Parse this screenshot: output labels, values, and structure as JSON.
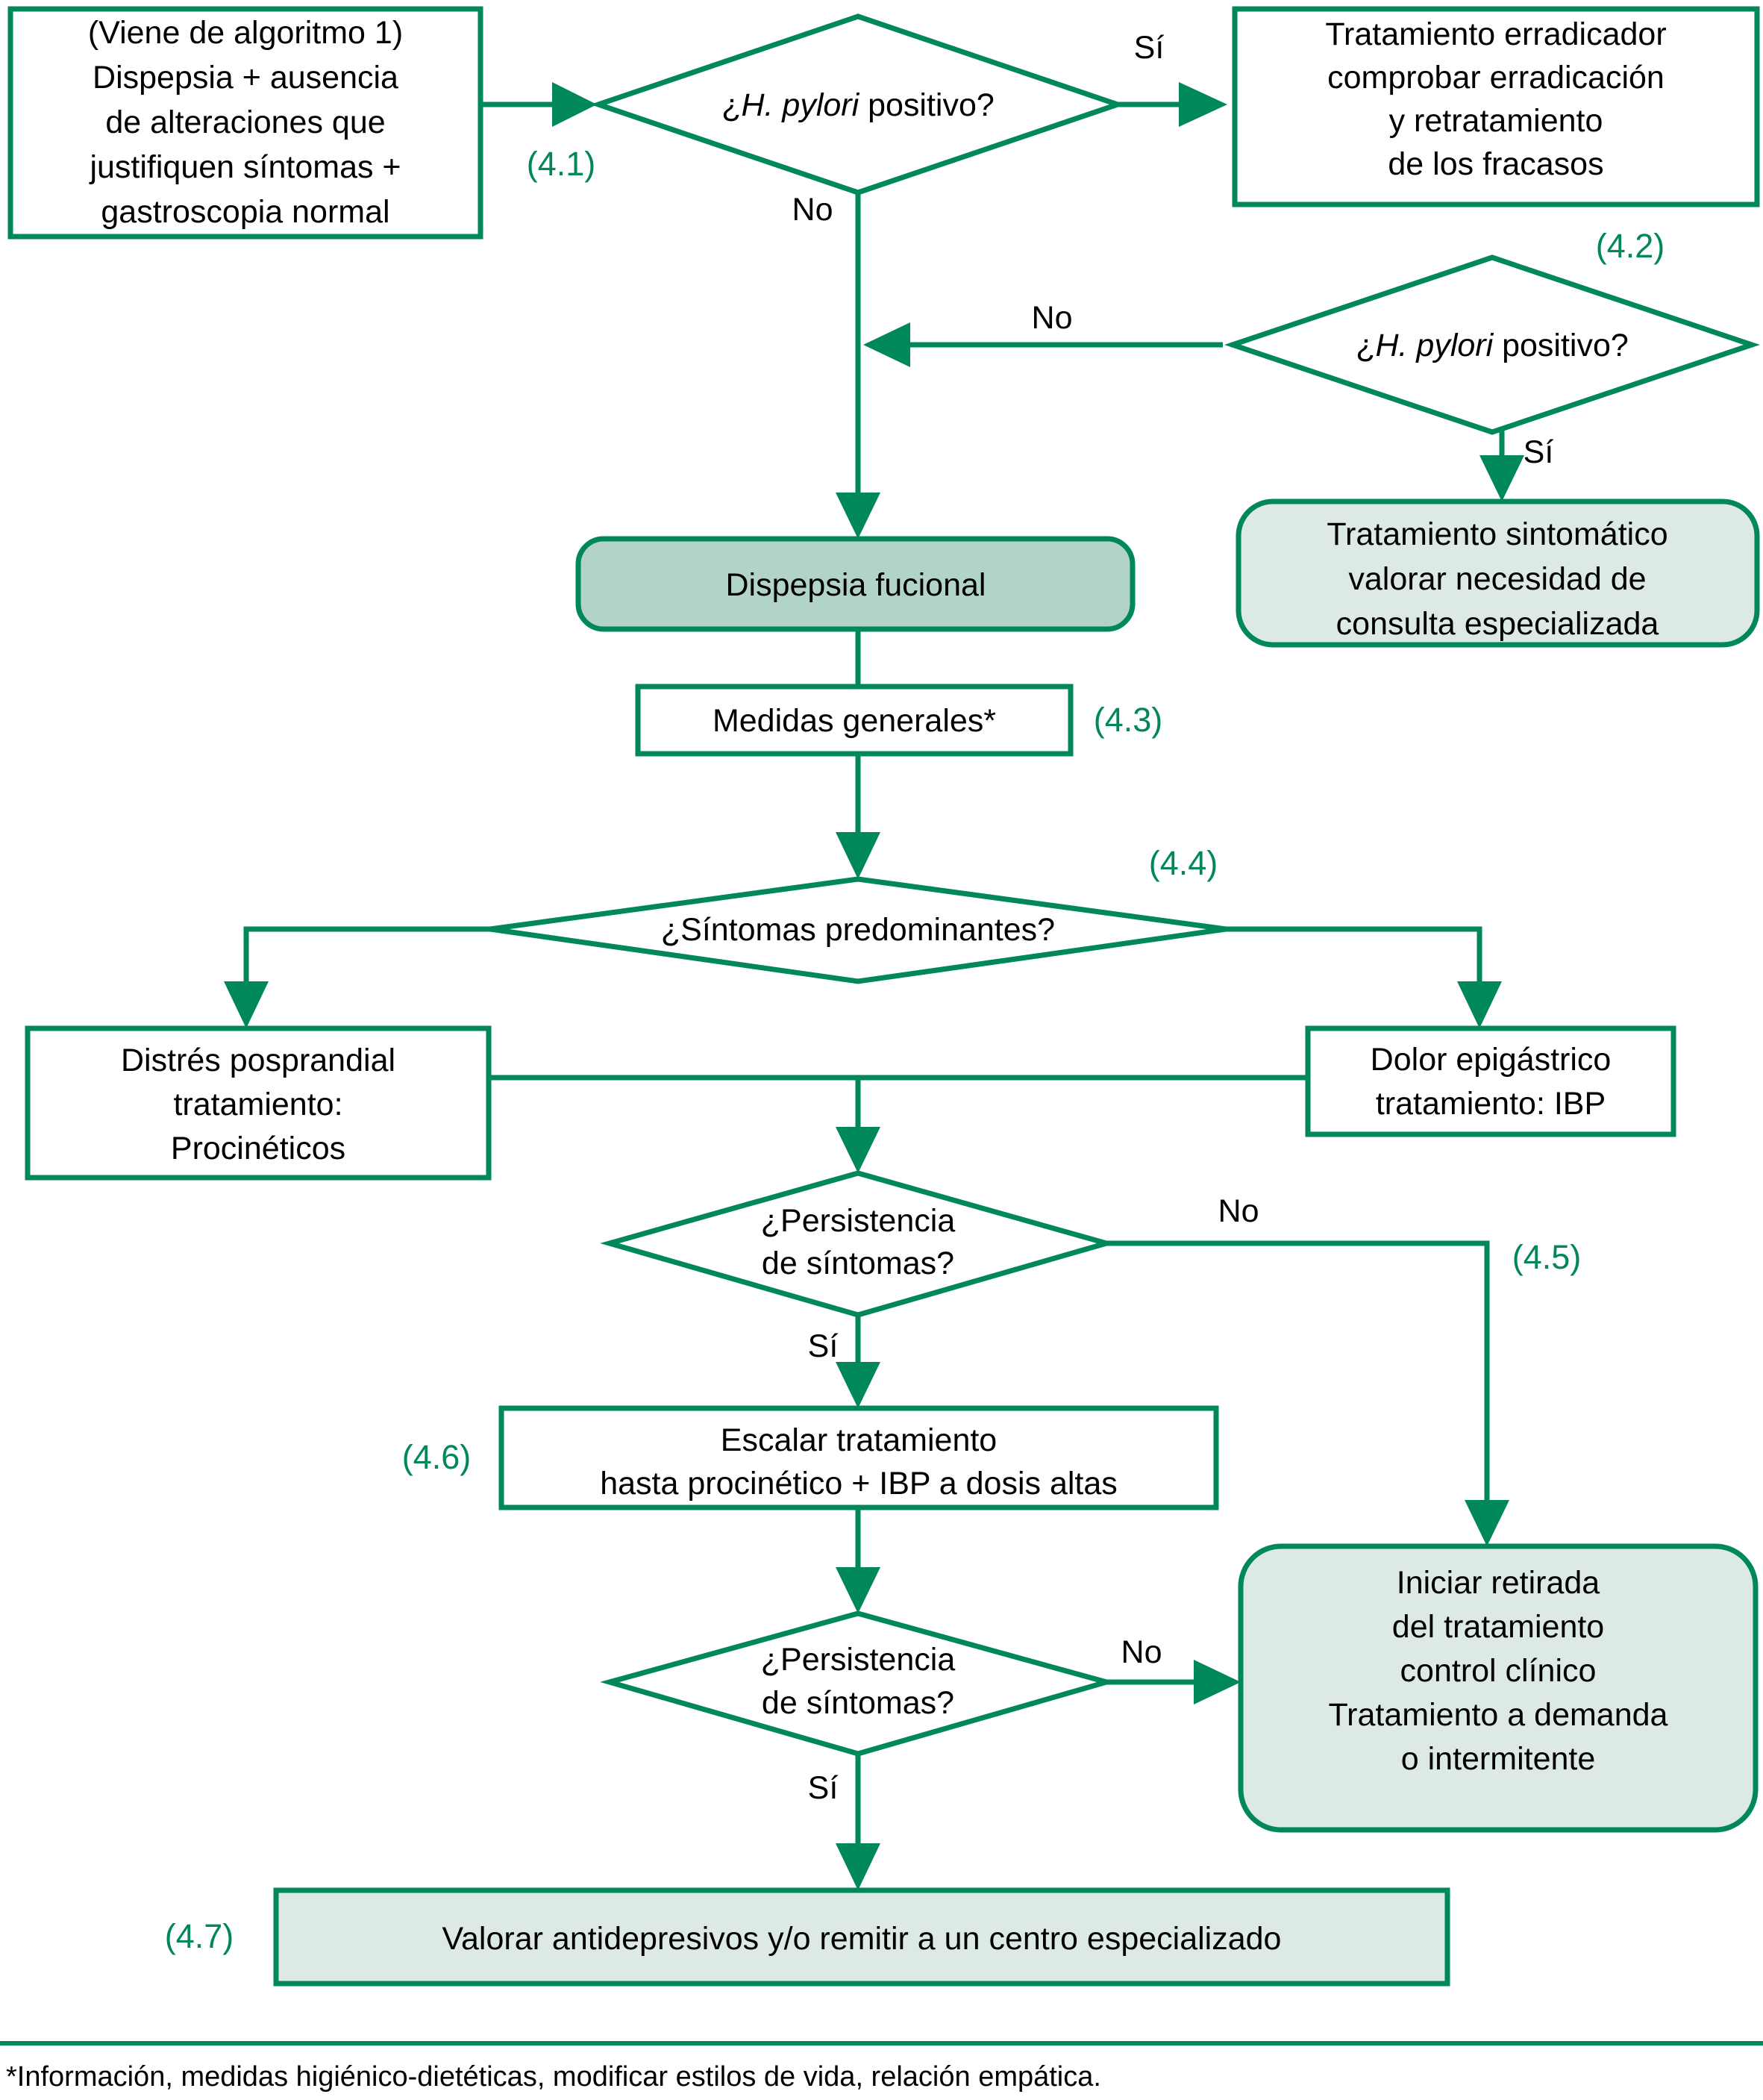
{
  "diagram": {
    "title": "Algoritmo 4 - Dispepsia funcional",
    "colors": {
      "accent_green": "#00875a",
      "mint_fill_light": "#dceae3",
      "mint_fill_dark": "#b2d4c6",
      "text_black": "#000000",
      "background": "#ffffff"
    },
    "nodes": {
      "start": {
        "type": "process",
        "lines": [
          "(Viene de algoritmo 1)",
          "Dispepsia + ausencia",
          "de alteraciones que",
          "justifiquen síntomas +",
          "gastroscopia normal"
        ]
      },
      "hpylori_1": {
        "type": "decision",
        "text_italic": "H. pylori",
        "text_prefix": "¿",
        "text_suffix": " positivo?",
        "full": "¿H. pylori positivo?"
      },
      "erradicador": {
        "type": "process",
        "lines": [
          "Tratamiento erradicador",
          "comprobar erradicación",
          "y retratamiento",
          "de los fracasos"
        ]
      },
      "hpylori_2": {
        "type": "decision",
        "text_italic": "H. pylori",
        "text_prefix": "¿",
        "text_suffix": " positivo?",
        "full": "¿H. pylori positivo?"
      },
      "sintomatico": {
        "type": "terminal",
        "lines": [
          "Tratamiento sintomático",
          "valorar necesidad de",
          "consulta especializada"
        ]
      },
      "dispepsia_funcional": {
        "type": "terminal",
        "lines": [
          "Dispepsia fucional"
        ]
      },
      "medidas": {
        "type": "process",
        "lines": [
          "Medidas generales*"
        ]
      },
      "sintomas_predominantes": {
        "type": "decision",
        "lines": [
          "¿Síntomas predominantes?"
        ]
      },
      "distres": {
        "type": "process",
        "lines": [
          "Distrés posprandial",
          "tratamiento:",
          "Procinéticos"
        ]
      },
      "dolor_epigastrico": {
        "type": "process",
        "lines": [
          "Dolor epigástrico",
          "tratamiento: IBP"
        ]
      },
      "persistencia_1": {
        "type": "decision",
        "lines": [
          "¿Persistencia",
          "de síntomas?"
        ]
      },
      "escalar": {
        "type": "process",
        "lines": [
          "Escalar tratamiento",
          "hasta procinético + IBP a dosis altas"
        ]
      },
      "persistencia_2": {
        "type": "decision",
        "lines": [
          "¿Persistencia",
          "de síntomas?"
        ]
      },
      "retirada": {
        "type": "terminal",
        "lines": [
          "Iniciar retirada",
          "del tratamiento",
          "control clínico",
          "Tratamiento a demanda",
          "o intermitente"
        ]
      },
      "antidepresivos": {
        "type": "terminal",
        "lines": [
          "Valorar antidepresivos y/o remitir a un centro especializado"
        ]
      }
    },
    "edge_labels": {
      "si_1": "Sí",
      "no_1": "No",
      "no_2": "No",
      "si_2": "Sí",
      "no_3": "No",
      "si_3": "Sí",
      "no_4": "No",
      "si_4": "Sí"
    },
    "step_refs": {
      "ref_41": "(4.1)",
      "ref_42": "(4.2)",
      "ref_43": "(4.3)",
      "ref_44": "(4.4)",
      "ref_45": "(4.5)",
      "ref_46": "(4.6)",
      "ref_47": "(4.7)"
    },
    "footnote": "*Información, medidas higiénico-dietéticas, modificar estilos de vida, relación empática."
  }
}
